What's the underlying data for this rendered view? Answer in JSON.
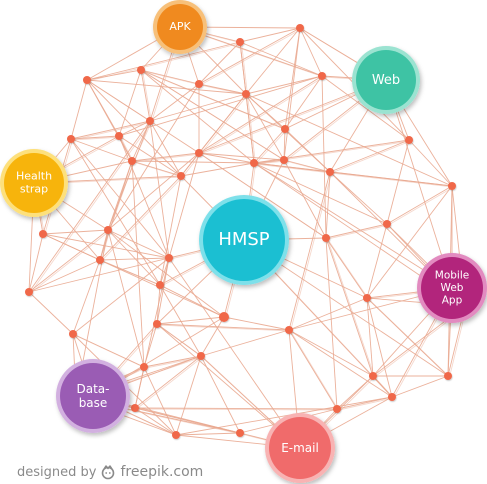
{
  "diagram": {
    "center": {
      "label": "HMSP",
      "color": "#1bbfd2",
      "ring": "#7ee0ea"
    },
    "hubs": [
      {
        "id": "apk",
        "label": "APK",
        "color": "#f08a1f",
        "ring": "#f7c07a"
      },
      {
        "id": "web",
        "label": "Web",
        "color": "#3ec3a4",
        "ring": "#9be3d1"
      },
      {
        "id": "health",
        "label": "Health\nstrap",
        "color": "#f7b40c",
        "ring": "#fde07c"
      },
      {
        "id": "mobile",
        "label": "Mobile\nWeb\nApp",
        "color": "#b2257c",
        "ring": "#e28bc0"
      },
      {
        "id": "database",
        "label": "Data-\nbase",
        "color": "#9a5cb4",
        "ring": "#d2b0e0"
      },
      {
        "id": "email",
        "label": "E-mail",
        "color": "#f06b6b",
        "ring": "#f8b3b3"
      }
    ],
    "node_color": "#f0674a",
    "edge_color": "#e9a890"
  },
  "credit": {
    "prefix": "designed by",
    "brand": "freepik.com",
    "logo_icon": "freepik-icon"
  }
}
